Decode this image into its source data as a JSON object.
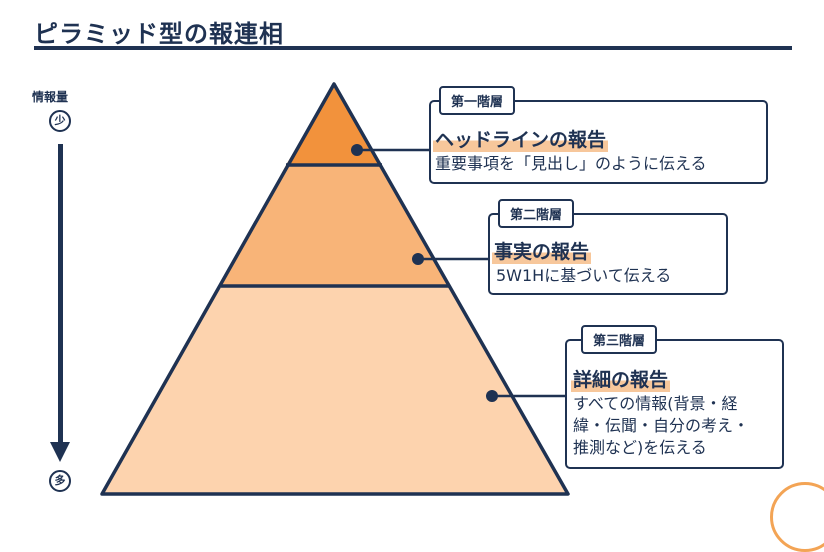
{
  "title": "ピラミッド型の報連相",
  "axis": {
    "label": "情報量",
    "top_marker": "少",
    "bottom_marker": "多"
  },
  "colors": {
    "navy": "#1f3252",
    "tier1_fill": "#f2923c",
    "tier2_fill": "#f8b478",
    "tier3_fill": "#fdd3ae",
    "highlight": "#f7c79b"
  },
  "tiers": [
    {
      "level": "第一階層",
      "heading": "ヘッドライン",
      "heading_suffix": "の報告",
      "description": [
        "重要事項を「見出し」のように伝える"
      ]
    },
    {
      "level": "第二階層",
      "heading": "事実",
      "heading_suffix": "の報告",
      "description": [
        "5W1Hに基づいて伝える"
      ]
    },
    {
      "level": "第三階層",
      "heading": "詳細",
      "heading_suffix": "の報告",
      "description": [
        "すべての情報(背景・経",
        "緯・伝聞・自分の考え・",
        "推測など)を伝える"
      ]
    }
  ]
}
